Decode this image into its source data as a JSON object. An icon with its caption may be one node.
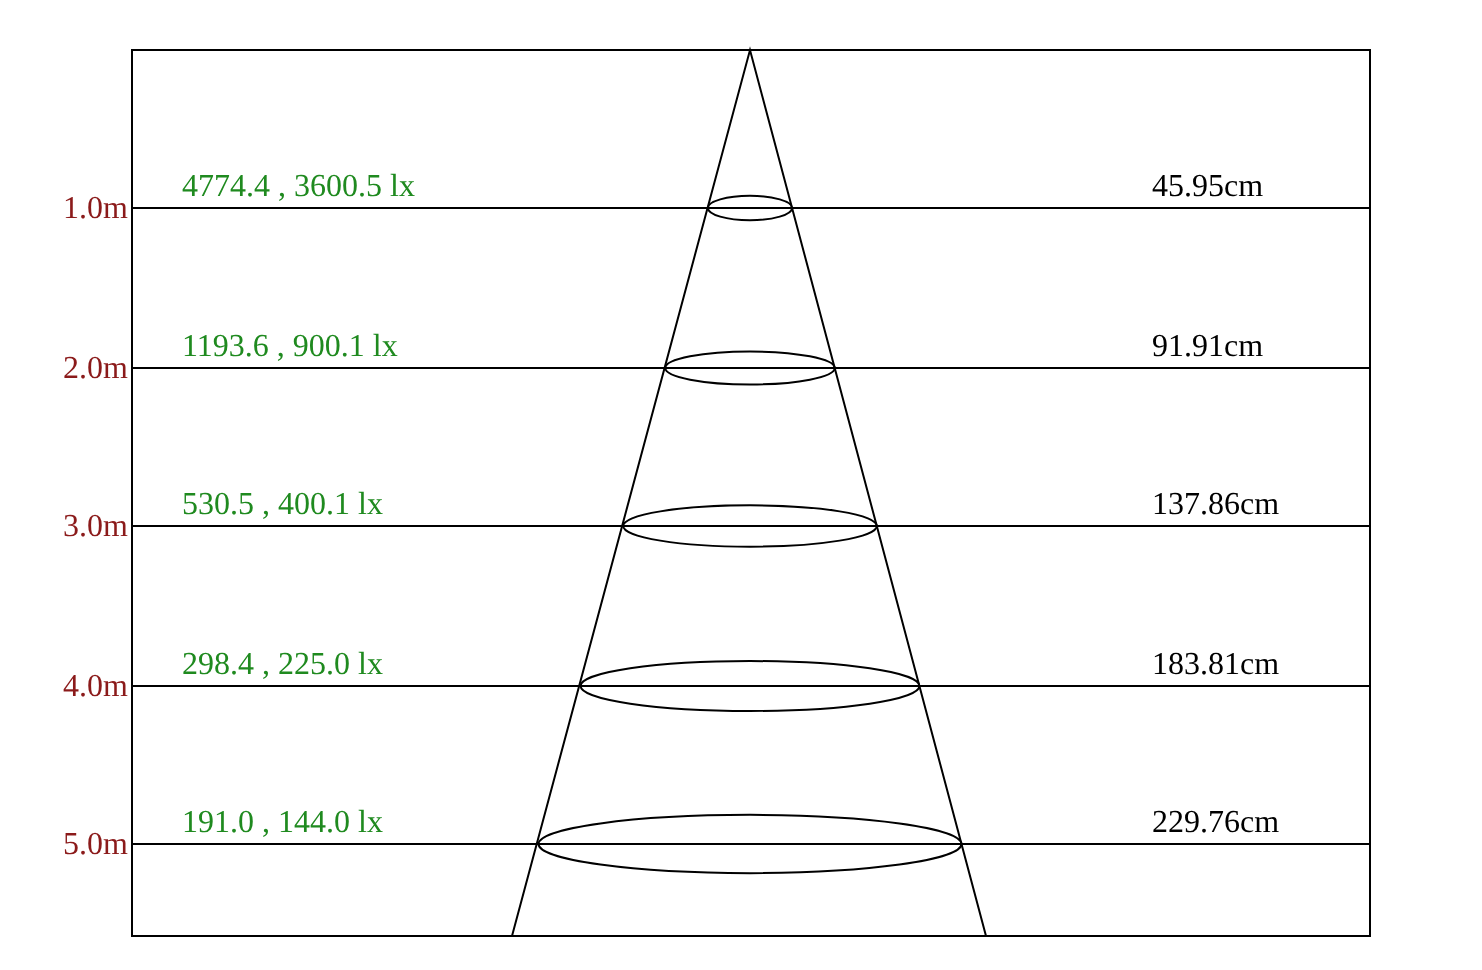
{
  "diagram": {
    "labels": [
      "4774.4 , 3600.5 lx",
      "45.95cm",
      "1.0m",
      "1193.6 , 900.1 lx",
      "91.91cm",
      "2.0m",
      "530.5 , 400.1 lx",
      "137.86cm",
      "3.0m",
      "298.4 , 225.0 lx",
      "183.81cm",
      "4.0m",
      "191.0 , 144.0 lx",
      "229.76cm",
      "5.0m"
    ]
  }
}
